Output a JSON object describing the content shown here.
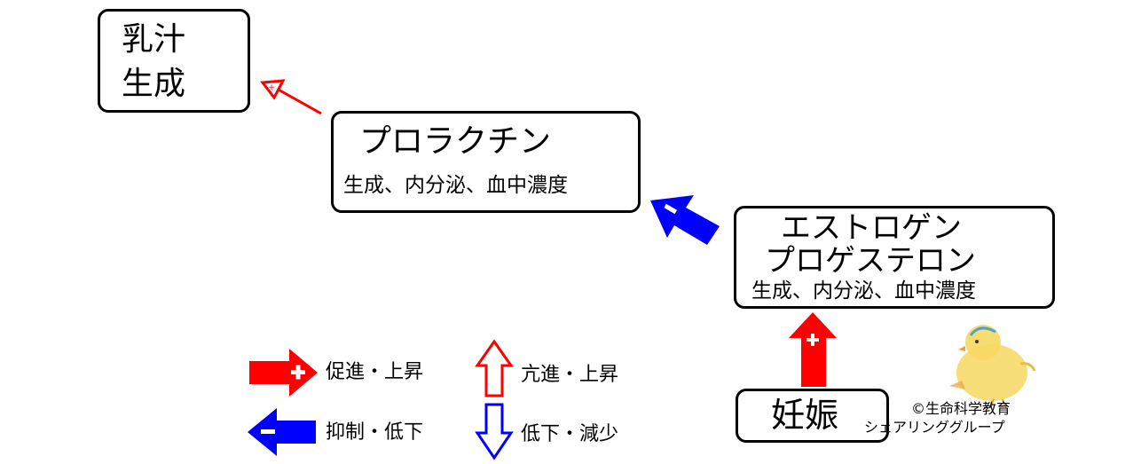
{
  "nodes": {
    "milk": {
      "line1": "乳汁",
      "line2": "生成"
    },
    "prolactin": {
      "title": "プロラクチン",
      "sub": "生成、内分泌、血中濃度"
    },
    "estrogen": {
      "title1": "エストロゲン",
      "title2": "プロゲステロン",
      "sub": "生成、内分泌、血中濃度"
    },
    "pregnancy": {
      "label": "妊娠"
    }
  },
  "legend": {
    "promote": "促進・上昇",
    "enhance": "亢進・上昇",
    "inhibit": "抑制・低下",
    "decrease": "低下・減少"
  },
  "credit": {
    "line1": "©生命科学教育",
    "line2": "シェアリンググループ"
  },
  "colors": {
    "red": "#ff0000",
    "blue": "#0000ff"
  }
}
